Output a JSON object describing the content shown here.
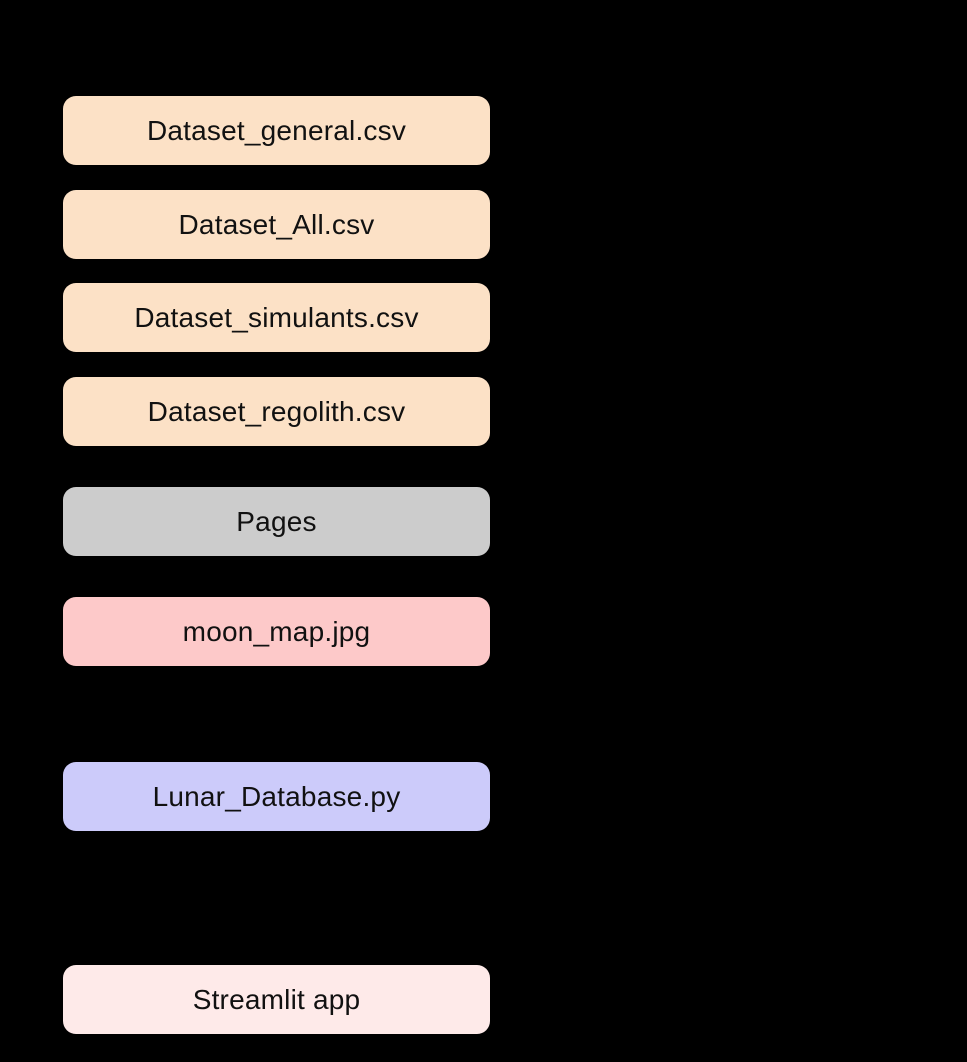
{
  "diagram": {
    "background_color": "#000000",
    "text_color": "#111111",
    "nodes": [
      {
        "label": "Dataset_general.csv",
        "fill": "#FCE1C6",
        "kind": "csv-file"
      },
      {
        "label": "Dataset_All.csv",
        "fill": "#FCE1C6",
        "kind": "csv-file"
      },
      {
        "label": "Dataset_simulants.csv",
        "fill": "#FCE1C6",
        "kind": "csv-file"
      },
      {
        "label": "Dataset_regolith.csv",
        "fill": "#FCE1C6",
        "kind": "csv-file"
      },
      {
        "label": "Pages",
        "fill": "#CCCCCC",
        "kind": "folder"
      },
      {
        "label": "moon_map.jpg",
        "fill": "#FDC9C9",
        "kind": "image-file"
      },
      {
        "label": "Lunar_Database.py",
        "fill": "#CCCBFA",
        "kind": "python-file"
      },
      {
        "label": "Streamlit app",
        "fill": "#FEEAE9",
        "kind": "application"
      }
    ]
  }
}
